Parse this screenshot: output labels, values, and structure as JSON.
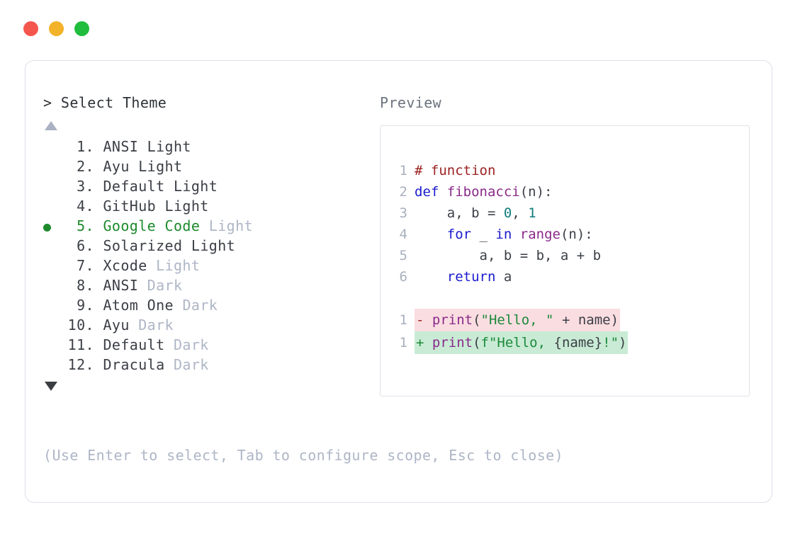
{
  "window": {
    "traffic_lights": [
      {
        "name": "close",
        "color": "#F4564E"
      },
      {
        "name": "minimize",
        "color": "#F2B229"
      },
      {
        "name": "zoom",
        "color": "#21BD3E"
      }
    ]
  },
  "prompt": {
    "marker": ">",
    "title": "Select Theme",
    "scroll_up_icon": "triangle-up",
    "scroll_down_icon": "triangle-down"
  },
  "preview": {
    "label": "Preview"
  },
  "theme_list": {
    "selected_index": 5,
    "items": [
      {
        "index": "1.",
        "name": "ANSI",
        "variant": "Light",
        "variant_faded": false
      },
      {
        "index": "2.",
        "name": "Ayu",
        "variant": "Light",
        "variant_faded": false
      },
      {
        "index": "3.",
        "name": "Default",
        "variant": "Light",
        "variant_faded": false
      },
      {
        "index": "4.",
        "name": "GitHub",
        "variant": "Light",
        "variant_faded": false
      },
      {
        "index": "5.",
        "name": "Google Code",
        "variant": "Light",
        "variant_faded": true
      },
      {
        "index": "6.",
        "name": "Solarized",
        "variant": "Light",
        "variant_faded": false
      },
      {
        "index": "7.",
        "name": "Xcode",
        "variant": "Light",
        "variant_faded": true
      },
      {
        "index": "8.",
        "name": "ANSI",
        "variant": "Dark",
        "variant_faded": true
      },
      {
        "index": "9.",
        "name": "Atom One",
        "variant": "Dark",
        "variant_faded": true
      },
      {
        "index": "10.",
        "name": "Ayu",
        "variant": "Dark",
        "variant_faded": true
      },
      {
        "index": "11.",
        "name": "Default",
        "variant": "Dark",
        "variant_faded": true
      },
      {
        "index": "12.",
        "name": "Dracula",
        "variant": "Dark",
        "variant_faded": true
      }
    ]
  },
  "code_preview": {
    "lines": [
      {
        "num": "1",
        "tokens": [
          {
            "text": "# function",
            "cls": "t-comment"
          }
        ]
      },
      {
        "num": "2",
        "tokens": [
          {
            "text": "def ",
            "cls": "t-kw"
          },
          {
            "text": "fibonacci",
            "cls": "t-fn"
          },
          {
            "text": "(n):",
            "cls": "t-plain"
          }
        ]
      },
      {
        "num": "3",
        "tokens": [
          {
            "text": "    a, b = ",
            "cls": "t-plain"
          },
          {
            "text": "0",
            "cls": "t-num"
          },
          {
            "text": ", ",
            "cls": "t-plain"
          },
          {
            "text": "1",
            "cls": "t-num"
          }
        ]
      },
      {
        "num": "4",
        "tokens": [
          {
            "text": "    ",
            "cls": "t-plain"
          },
          {
            "text": "for",
            "cls": "t-kw"
          },
          {
            "text": " _ ",
            "cls": "t-plain"
          },
          {
            "text": "in",
            "cls": "t-kw"
          },
          {
            "text": " ",
            "cls": "t-plain"
          },
          {
            "text": "range",
            "cls": "t-fn"
          },
          {
            "text": "(n):",
            "cls": "t-plain"
          }
        ]
      },
      {
        "num": "5",
        "tokens": [
          {
            "text": "        a, b = b, a + b",
            "cls": "t-plain"
          }
        ]
      },
      {
        "num": "6",
        "tokens": [
          {
            "text": "    ",
            "cls": "t-plain"
          },
          {
            "text": "return",
            "cls": "t-kw"
          },
          {
            "text": " a",
            "cls": "t-plain"
          }
        ]
      }
    ],
    "diff": [
      {
        "num": "1",
        "kind": "del",
        "marker": "-",
        "tokens": [
          {
            "text": "print",
            "cls": "t-fn"
          },
          {
            "text": "(",
            "cls": "t-plain"
          },
          {
            "text": "\"Hello, \"",
            "cls": "t-str"
          },
          {
            "text": " + name)",
            "cls": "t-plain"
          }
        ]
      },
      {
        "num": "1",
        "kind": "add",
        "marker": "+",
        "tokens": [
          {
            "text": "print",
            "cls": "t-fn"
          },
          {
            "text": "(",
            "cls": "t-plain"
          },
          {
            "text": "f\"Hello, ",
            "cls": "t-str"
          },
          {
            "text": "{name}",
            "cls": "t-plain"
          },
          {
            "text": "!\"",
            "cls": "t-str"
          },
          {
            "text": ")",
            "cls": "t-plain"
          }
        ]
      }
    ]
  },
  "footer": {
    "hint": "(Use Enter to select, Tab to configure scope, Esc to close)"
  }
}
